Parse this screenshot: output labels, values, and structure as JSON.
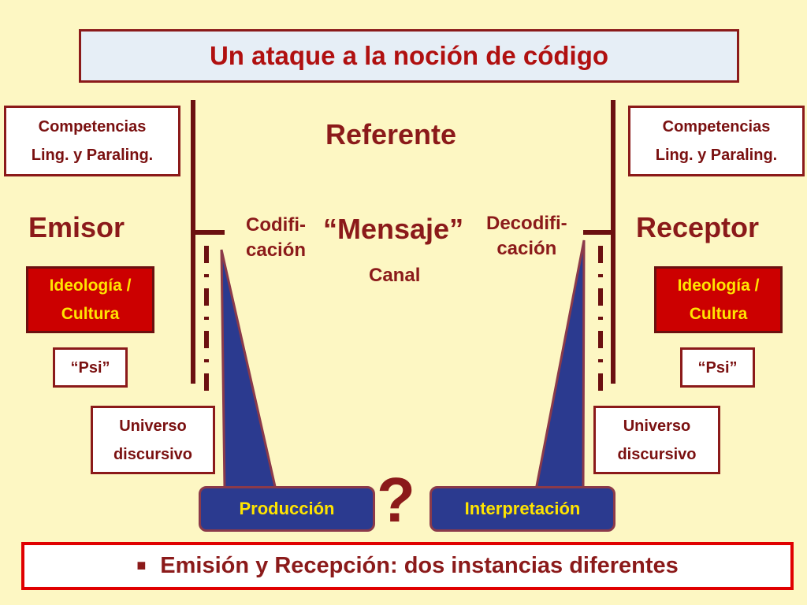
{
  "title": "Un ataque a la noción de código",
  "left": {
    "competencias": [
      "Competencias",
      "Ling. y Paraling."
    ],
    "emisor": "Emisor",
    "ideologia": [
      "Ideología /",
      "Cultura"
    ],
    "psi": "“Psi”",
    "universo": [
      "Universo",
      "discursivo"
    ]
  },
  "right": {
    "competencias": [
      "Competencias",
      "Ling. y Paraling."
    ],
    "receptor": "Receptor",
    "ideologia": [
      "Ideología /",
      "Cultura"
    ],
    "psi": "“Psi”",
    "universo": [
      "Universo",
      "discursivo"
    ]
  },
  "center": {
    "referente": "Referente",
    "mensaje": "“Mensaje”",
    "canal": "Canal",
    "codificacion": [
      "Codifi-",
      "cación"
    ],
    "decodificacion": [
      "Decodifi-",
      "cación"
    ],
    "question": "?"
  },
  "produccion": "Producción",
  "interpretacion": "Interpretación",
  "bottom": {
    "bullet": "■",
    "text": "Emisión y Recepción: dos instancias diferentes"
  },
  "colors": {
    "background": "#fdf7c3",
    "dark_red": "#8b1a1a",
    "red_fill": "#cc0000",
    "yellow_text": "#ffe400",
    "blue_fill": "#2b3a8f"
  }
}
